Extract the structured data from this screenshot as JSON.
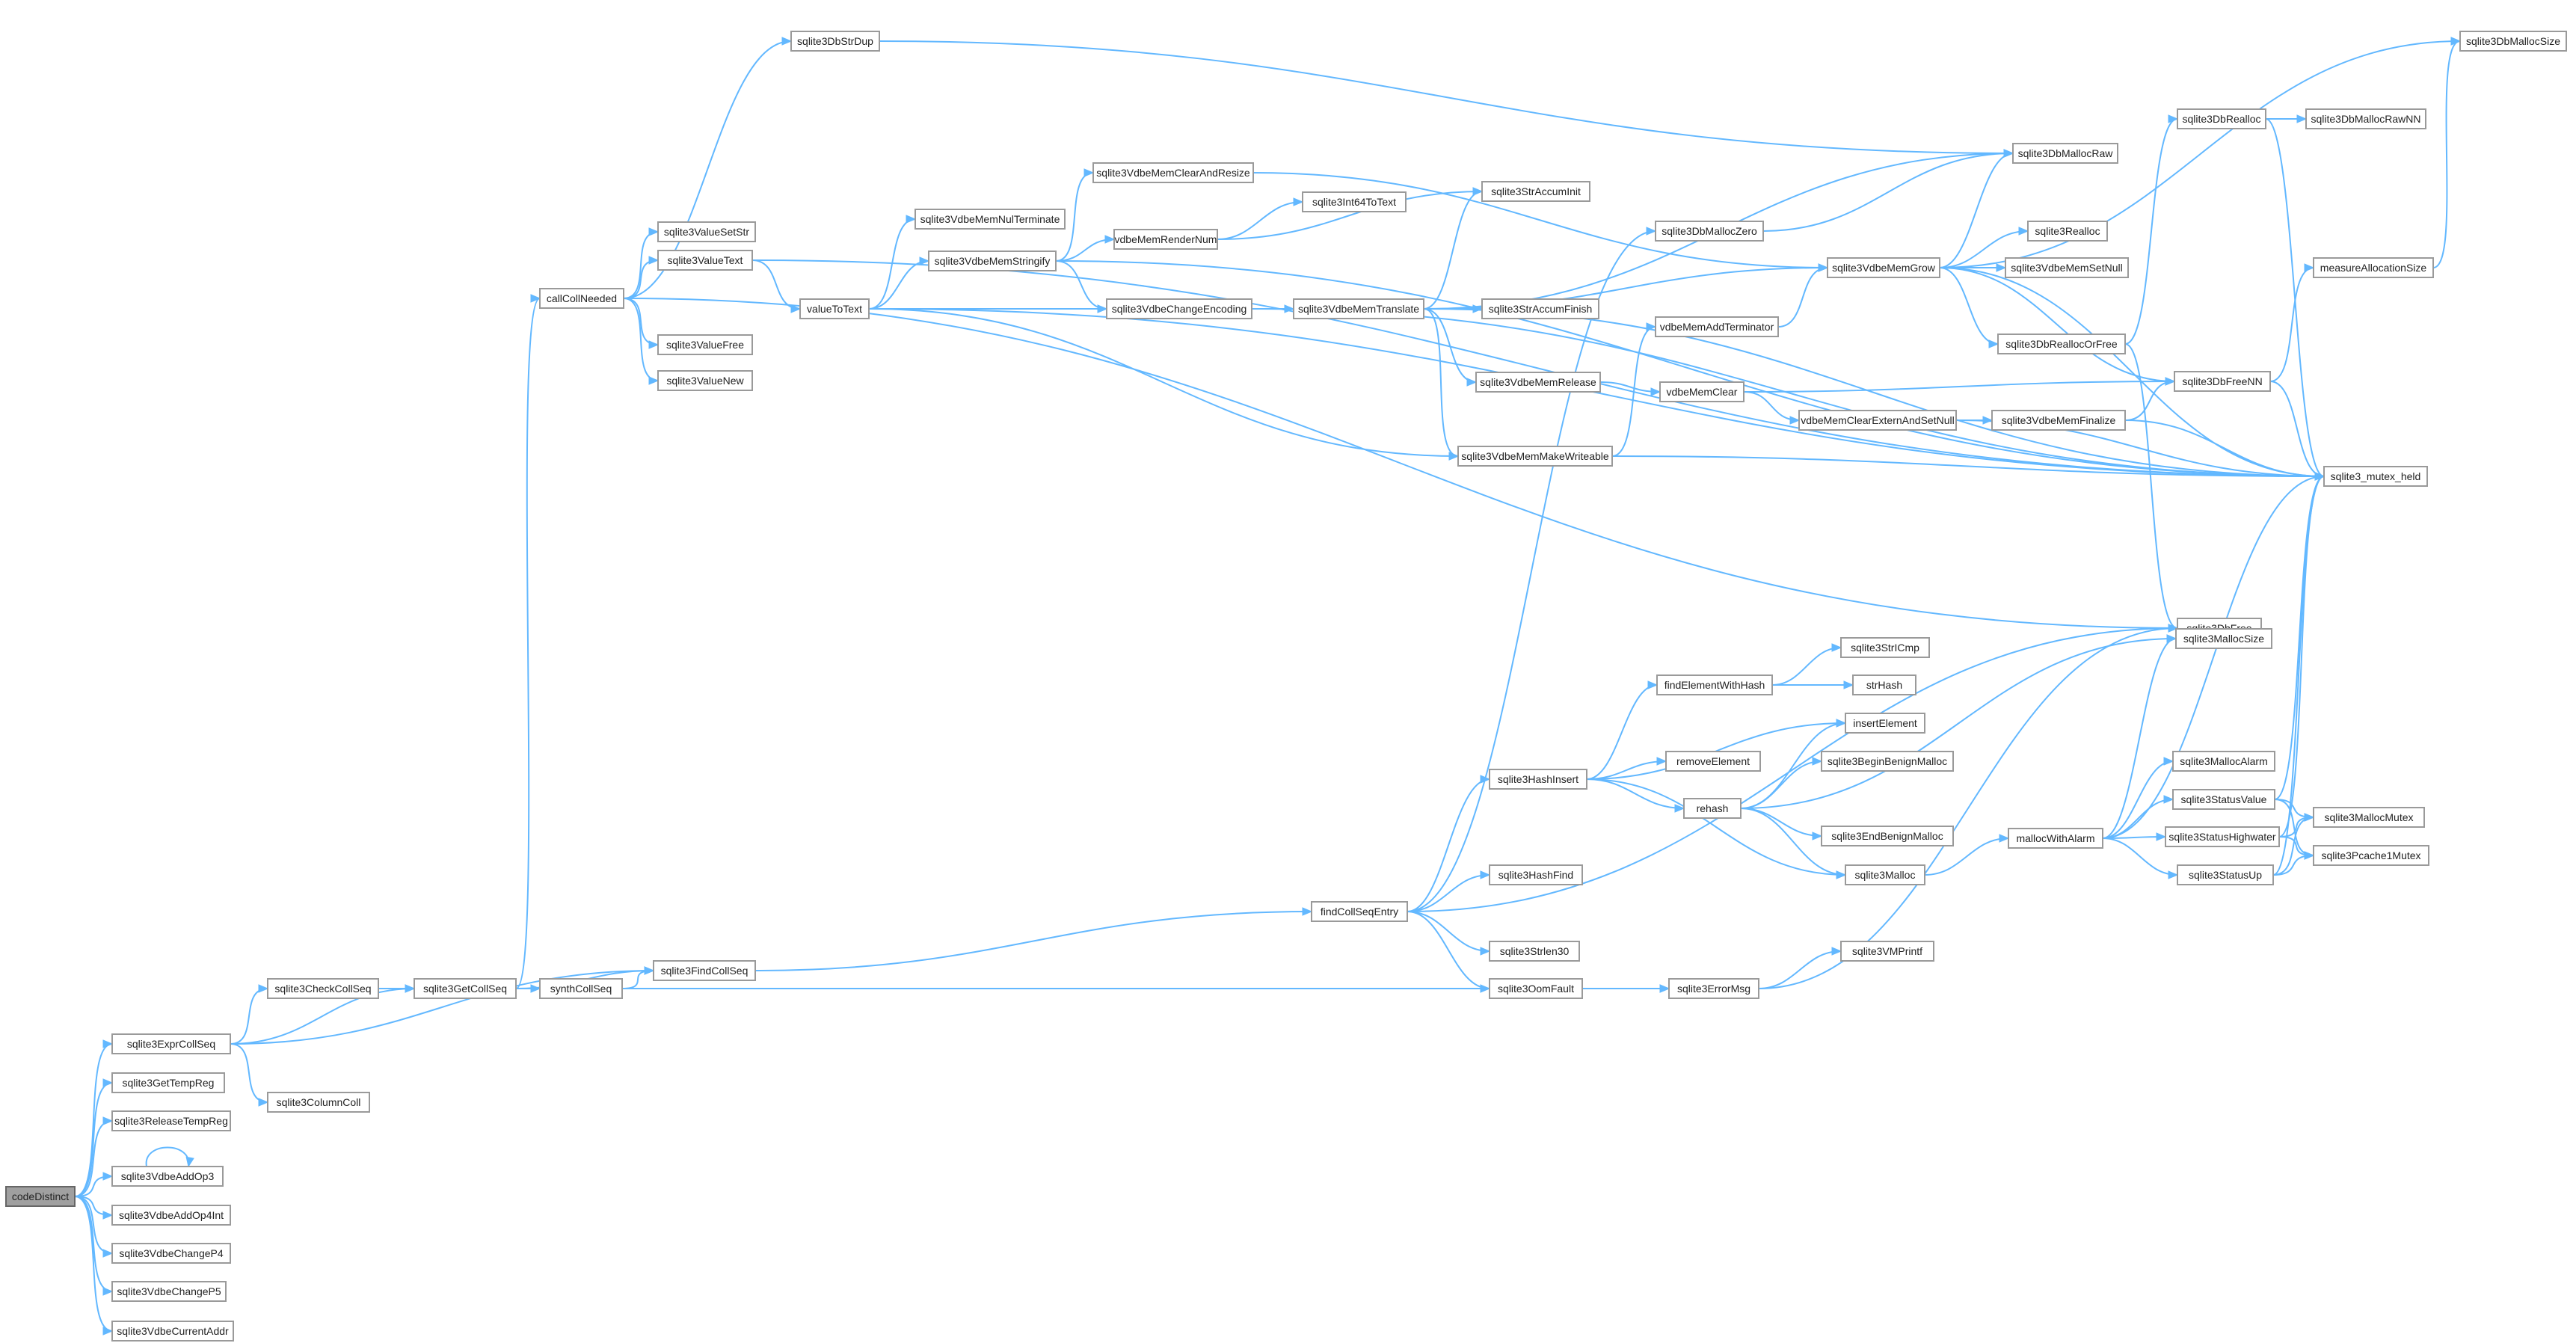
{
  "root": "codeDistinct",
  "nodes": [
    {
      "id": "codeDistinct",
      "label": "codeDistinct",
      "root": true
    },
    {
      "id": "sqlite3ExprCollSeq",
      "label": "sqlite3ExprCollSeq"
    },
    {
      "id": "sqlite3GetTempReg",
      "label": "sqlite3GetTempReg"
    },
    {
      "id": "sqlite3ReleaseTempReg",
      "label": "sqlite3ReleaseTempReg"
    },
    {
      "id": "sqlite3VdbeAddOp3",
      "label": "sqlite3VdbeAddOp3"
    },
    {
      "id": "sqlite3VdbeAddOp4Int",
      "label": "sqlite3VdbeAddOp4Int"
    },
    {
      "id": "sqlite3VdbeChangeP4",
      "label": "sqlite3VdbeChangeP4"
    },
    {
      "id": "sqlite3VdbeChangeP5",
      "label": "sqlite3VdbeChangeP5"
    },
    {
      "id": "sqlite3VdbeCurrentAddr",
      "label": "sqlite3VdbeCurrentAddr"
    },
    {
      "id": "sqlite3CheckCollSeq",
      "label": "sqlite3CheckCollSeq"
    },
    {
      "id": "sqlite3ColumnColl",
      "label": "sqlite3ColumnColl"
    },
    {
      "id": "sqlite3GetCollSeq",
      "label": "sqlite3GetCollSeq"
    },
    {
      "id": "callCollNeeded",
      "label": "callCollNeeded"
    },
    {
      "id": "synthCollSeq",
      "label": "synthCollSeq"
    },
    {
      "id": "sqlite3FindCollSeq",
      "label": "sqlite3FindCollSeq"
    },
    {
      "id": "sqlite3DbStrDup",
      "label": "sqlite3DbStrDup"
    },
    {
      "id": "sqlite3ValueSetStr",
      "label": "sqlite3ValueSetStr"
    },
    {
      "id": "sqlite3ValueText",
      "label": "sqlite3ValueText"
    },
    {
      "id": "sqlite3ValueFree",
      "label": "sqlite3ValueFree"
    },
    {
      "id": "sqlite3ValueNew",
      "label": "sqlite3ValueNew"
    },
    {
      "id": "valueToText",
      "label": "valueToText"
    },
    {
      "id": "sqlite3VdbeMemNulTerminate",
      "label": "sqlite3VdbeMemNulTerminate"
    },
    {
      "id": "sqlite3VdbeMemStringify",
      "label": "sqlite3VdbeMemStringify"
    },
    {
      "id": "sqlite3VdbeMemClearAndResize",
      "label": "sqlite3VdbeMemClearAndResize"
    },
    {
      "id": "vdbeMemRenderNum",
      "label": "vdbeMemRenderNum"
    },
    {
      "id": "sqlite3VdbeChangeEncoding",
      "label": "sqlite3VdbeChangeEncoding"
    },
    {
      "id": "sqlite3Int64ToText",
      "label": "sqlite3Int64ToText"
    },
    {
      "id": "sqlite3StrAccumInit",
      "label": "sqlite3StrAccumInit"
    },
    {
      "id": "sqlite3VdbeMemTranslate",
      "label": "sqlite3VdbeMemTranslate"
    },
    {
      "id": "sqlite3StrAccumFinish",
      "label": "sqlite3StrAccumFinish"
    },
    {
      "id": "sqlite3VdbeMemRelease",
      "label": "sqlite3VdbeMemRelease"
    },
    {
      "id": "sqlite3VdbeMemMakeWriteable",
      "label": "sqlite3VdbeMemMakeWriteable"
    },
    {
      "id": "sqlite3DbMallocZero",
      "label": "sqlite3DbMallocZero"
    },
    {
      "id": "vdbeMemAddTerminator",
      "label": "vdbeMemAddTerminator"
    },
    {
      "id": "vdbeMemClear",
      "label": "vdbeMemClear"
    },
    {
      "id": "vdbeMemClearExternAndSetNull",
      "label": "vdbeMemClearExternAndSetNull"
    },
    {
      "id": "sqlite3VdbeMemGrow",
      "label": "sqlite3VdbeMemGrow"
    },
    {
      "id": "sqlite3DbMallocRaw",
      "label": "sqlite3DbMallocRaw"
    },
    {
      "id": "sqlite3DbMallocSize",
      "label": "sqlite3DbMallocSize"
    },
    {
      "id": "sqlite3DbRealloc",
      "label": "sqlite3DbRealloc"
    },
    {
      "id": "sqlite3DbMallocRawNN",
      "label": "sqlite3DbMallocRawNN"
    },
    {
      "id": "sqlite3Realloc",
      "label": "sqlite3Realloc"
    },
    {
      "id": "sqlite3VdbeMemSetNull",
      "label": "sqlite3VdbeMemSetNull"
    },
    {
      "id": "measureAllocationSize",
      "label": "measureAllocationSize"
    },
    {
      "id": "sqlite3DbReallocOrFree",
      "label": "sqlite3DbReallocOrFree"
    },
    {
      "id": "sqlite3DbFreeNN",
      "label": "sqlite3DbFreeNN"
    },
    {
      "id": "sqlite3VdbeMemFinalize",
      "label": "sqlite3VdbeMemFinalize"
    },
    {
      "id": "sqlite3_mutex_held",
      "label": "sqlite3_mutex_held"
    },
    {
      "id": "sqlite3DbFree",
      "label": "sqlite3DbFree"
    },
    {
      "id": "findCollSeqEntry",
      "label": "findCollSeqEntry"
    },
    {
      "id": "sqlite3HashInsert",
      "label": "sqlite3HashInsert"
    },
    {
      "id": "sqlite3HashFind",
      "label": "sqlite3HashFind"
    },
    {
      "id": "sqlite3Strlen30",
      "label": "sqlite3Strlen30"
    },
    {
      "id": "sqlite3OomFault",
      "label": "sqlite3OomFault"
    },
    {
      "id": "findElementWithHash",
      "label": "findElementWithHash"
    },
    {
      "id": "removeElement",
      "label": "removeElement"
    },
    {
      "id": "rehash",
      "label": "rehash"
    },
    {
      "id": "sqlite3StrICmp",
      "label": "sqlite3StrICmp"
    },
    {
      "id": "strHash",
      "label": "strHash"
    },
    {
      "id": "insertElement",
      "label": "insertElement"
    },
    {
      "id": "sqlite3BeginBenignMalloc",
      "label": "sqlite3BeginBenignMalloc"
    },
    {
      "id": "sqlite3EndBenignMalloc",
      "label": "sqlite3EndBenignMalloc"
    },
    {
      "id": "sqlite3Malloc",
      "label": "sqlite3Malloc"
    },
    {
      "id": "sqlite3ErrorMsg",
      "label": "sqlite3ErrorMsg"
    },
    {
      "id": "sqlite3VMPrintf",
      "label": "sqlite3VMPrintf"
    },
    {
      "id": "mallocWithAlarm",
      "label": "mallocWithAlarm"
    },
    {
      "id": "sqlite3MallocSize",
      "label": "sqlite3MallocSize"
    },
    {
      "id": "sqlite3MallocAlarm",
      "label": "sqlite3MallocAlarm"
    },
    {
      "id": "sqlite3StatusValue",
      "label": "sqlite3StatusValue"
    },
    {
      "id": "sqlite3StatusHighwater",
      "label": "sqlite3StatusHighwater"
    },
    {
      "id": "sqlite3StatusUp",
      "label": "sqlite3StatusUp"
    },
    {
      "id": "sqlite3MallocMutex",
      "label": "sqlite3MallocMutex"
    },
    {
      "id": "sqlite3Pcache1Mutex",
      "label": "sqlite3Pcache1Mutex"
    }
  ],
  "edges": [
    [
      "codeDistinct",
      "sqlite3ExprCollSeq"
    ],
    [
      "codeDistinct",
      "sqlite3GetTempReg"
    ],
    [
      "codeDistinct",
      "sqlite3ReleaseTempReg"
    ],
    [
      "codeDistinct",
      "sqlite3VdbeAddOp3"
    ],
    [
      "codeDistinct",
      "sqlite3VdbeAddOp4Int"
    ],
    [
      "codeDistinct",
      "sqlite3VdbeChangeP4"
    ],
    [
      "codeDistinct",
      "sqlite3VdbeChangeP5"
    ],
    [
      "codeDistinct",
      "sqlite3VdbeCurrentAddr"
    ],
    [
      "sqlite3VdbeAddOp3",
      "sqlite3VdbeAddOp3"
    ],
    [
      "sqlite3ExprCollSeq",
      "sqlite3CheckCollSeq"
    ],
    [
      "sqlite3ExprCollSeq",
      "sqlite3ColumnColl"
    ],
    [
      "sqlite3ExprCollSeq",
      "sqlite3GetCollSeq"
    ],
    [
      "sqlite3ExprCollSeq",
      "sqlite3FindCollSeq"
    ],
    [
      "sqlite3CheckCollSeq",
      "sqlite3GetCollSeq"
    ],
    [
      "sqlite3GetCollSeq",
      "callCollNeeded"
    ],
    [
      "sqlite3GetCollSeq",
      "synthCollSeq"
    ],
    [
      "sqlite3GetCollSeq",
      "sqlite3FindCollSeq"
    ],
    [
      "sqlite3GetCollSeq",
      "sqlite3ErrorMsg"
    ],
    [
      "synthCollSeq",
      "sqlite3FindCollSeq"
    ],
    [
      "callCollNeeded",
      "sqlite3DbStrDup"
    ],
    [
      "callCollNeeded",
      "sqlite3ValueSetStr"
    ],
    [
      "callCollNeeded",
      "sqlite3ValueText"
    ],
    [
      "callCollNeeded",
      "sqlite3ValueFree"
    ],
    [
      "callCollNeeded",
      "sqlite3ValueNew"
    ],
    [
      "callCollNeeded",
      "sqlite3DbFree"
    ],
    [
      "sqlite3DbStrDup",
      "sqlite3DbMallocRaw"
    ],
    [
      "sqlite3ValueText",
      "valueToText"
    ],
    [
      "sqlite3ValueText",
      "sqlite3_mutex_held"
    ],
    [
      "valueToText",
      "sqlite3VdbeMemNulTerminate"
    ],
    [
      "valueToText",
      "sqlite3VdbeMemStringify"
    ],
    [
      "valueToText",
      "sqlite3VdbeChangeEncoding"
    ],
    [
      "valueToText",
      "sqlite3VdbeMemMakeWriteable"
    ],
    [
      "valueToText",
      "sqlite3_mutex_held"
    ],
    [
      "sqlite3VdbeMemStringify",
      "sqlite3VdbeMemClearAndResize"
    ],
    [
      "sqlite3VdbeMemStringify",
      "vdbeMemRenderNum"
    ],
    [
      "sqlite3VdbeMemStringify",
      "sqlite3VdbeChangeEncoding"
    ],
    [
      "sqlite3VdbeMemStringify",
      "sqlite3_mutex_held"
    ],
    [
      "sqlite3VdbeMemClearAndResize",
      "sqlite3VdbeMemGrow"
    ],
    [
      "vdbeMemRenderNum",
      "sqlite3Int64ToText"
    ],
    [
      "vdbeMemRenderNum",
      "sqlite3StrAccumInit"
    ],
    [
      "sqlite3VdbeChangeEncoding",
      "sqlite3VdbeMemTranslate"
    ],
    [
      "sqlite3VdbeChangeEncoding",
      "sqlite3_mutex_held"
    ],
    [
      "sqlite3VdbeMemTranslate",
      "sqlite3StrAccumInit"
    ],
    [
      "sqlite3VdbeMemTranslate",
      "sqlite3StrAccumFinish"
    ],
    [
      "sqlite3VdbeMemTranslate",
      "sqlite3VdbeMemRelease"
    ],
    [
      "sqlite3VdbeMemTranslate",
      "sqlite3VdbeMemMakeWriteable"
    ],
    [
      "sqlite3VdbeMemTranslate",
      "sqlite3DbMallocRaw"
    ],
    [
      "sqlite3VdbeMemTranslate",
      "sqlite3VdbeMemGrow"
    ],
    [
      "sqlite3VdbeMemTranslate",
      "sqlite3_mutex_held"
    ],
    [
      "sqlite3VdbeMemRelease",
      "vdbeMemClear"
    ],
    [
      "sqlite3VdbeMemMakeWriteable",
      "vdbeMemAddTerminator"
    ],
    [
      "sqlite3VdbeMemMakeWriteable",
      "sqlite3_mutex_held"
    ],
    [
      "vdbeMemAddTerminator",
      "sqlite3VdbeMemGrow"
    ],
    [
      "vdbeMemClear",
      "vdbeMemClearExternAndSetNull"
    ],
    [
      "vdbeMemClear",
      "sqlite3DbFreeNN"
    ],
    [
      "vdbeMemClearExternAndSetNull",
      "sqlite3VdbeMemFinalize"
    ],
    [
      "vdbeMemClearExternAndSetNull",
      "sqlite3_mutex_held"
    ],
    [
      "sqlite3VdbeMemFinalize",
      "sqlite3DbFreeNN"
    ],
    [
      "sqlite3VdbeMemFinalize",
      "sqlite3_mutex_held"
    ],
    [
      "sqlite3VdbeMemGrow",
      "sqlite3DbMallocRaw"
    ],
    [
      "sqlite3VdbeMemGrow",
      "sqlite3DbMallocSize"
    ],
    [
      "sqlite3VdbeMemGrow",
      "sqlite3Realloc"
    ],
    [
      "sqlite3VdbeMemGrow",
      "sqlite3VdbeMemSetNull"
    ],
    [
      "sqlite3VdbeMemGrow",
      "sqlite3DbReallocOrFree"
    ],
    [
      "sqlite3VdbeMemGrow",
      "sqlite3DbFreeNN"
    ],
    [
      "sqlite3VdbeMemGrow",
      "sqlite3_mutex_held"
    ],
    [
      "sqlite3DbMallocZero",
      "sqlite3DbMallocRaw"
    ],
    [
      "sqlite3DbReallocOrFree",
      "sqlite3DbRealloc"
    ],
    [
      "sqlite3DbReallocOrFree",
      "sqlite3DbFree"
    ],
    [
      "sqlite3DbRealloc",
      "sqlite3DbMallocRawNN"
    ],
    [
      "sqlite3DbRealloc",
      "sqlite3_mutex_held"
    ],
    [
      "sqlite3DbFreeNN",
      "measureAllocationSize"
    ],
    [
      "sqlite3DbFreeNN",
      "sqlite3_mutex_held"
    ],
    [
      "measureAllocationSize",
      "sqlite3DbMallocSize"
    ],
    [
      "sqlite3FindCollSeq",
      "findCollSeqEntry"
    ],
    [
      "findCollSeqEntry",
      "sqlite3DbMallocZero"
    ],
    [
      "findCollSeqEntry",
      "sqlite3HashInsert"
    ],
    [
      "findCollSeqEntry",
      "sqlite3HashFind"
    ],
    [
      "findCollSeqEntry",
      "sqlite3Strlen30"
    ],
    [
      "findCollSeqEntry",
      "sqlite3OomFault"
    ],
    [
      "findCollSeqEntry",
      "sqlite3DbFree"
    ],
    [
      "sqlite3HashInsert",
      "findElementWithHash"
    ],
    [
      "sqlite3HashInsert",
      "insertElement"
    ],
    [
      "sqlite3HashInsert",
      "removeElement"
    ],
    [
      "sqlite3HashInsert",
      "rehash"
    ],
    [
      "sqlite3HashInsert",
      "sqlite3Malloc"
    ],
    [
      "findElementWithHash",
      "sqlite3StrICmp"
    ],
    [
      "findElementWithHash",
      "strHash"
    ],
    [
      "rehash",
      "insertElement"
    ],
    [
      "rehash",
      "sqlite3BeginBenignMalloc"
    ],
    [
      "rehash",
      "sqlite3EndBenignMalloc"
    ],
    [
      "rehash",
      "sqlite3Malloc"
    ],
    [
      "rehash",
      "sqlite3MallocSize"
    ],
    [
      "sqlite3Malloc",
      "mallocWithAlarm"
    ],
    [
      "sqlite3OomFault",
      "sqlite3ErrorMsg"
    ],
    [
      "sqlite3ErrorMsg",
      "sqlite3VMPrintf"
    ],
    [
      "sqlite3ErrorMsg",
      "sqlite3DbFree"
    ],
    [
      "mallocWithAlarm",
      "sqlite3MallocSize"
    ],
    [
      "mallocWithAlarm",
      "sqlite3MallocAlarm"
    ],
    [
      "mallocWithAlarm",
      "sqlite3StatusValue"
    ],
    [
      "mallocWithAlarm",
      "sqlite3StatusHighwater"
    ],
    [
      "mallocWithAlarm",
      "sqlite3StatusUp"
    ],
    [
      "mallocWithAlarm",
      "sqlite3_mutex_held"
    ],
    [
      "sqlite3StatusValue",
      "sqlite3MallocMutex"
    ],
    [
      "sqlite3StatusValue",
      "sqlite3Pcache1Mutex"
    ],
    [
      "sqlite3StatusValue",
      "sqlite3_mutex_held"
    ],
    [
      "sqlite3StatusHighwater",
      "sqlite3MallocMutex"
    ],
    [
      "sqlite3StatusHighwater",
      "sqlite3Pcache1Mutex"
    ],
    [
      "sqlite3StatusHighwater",
      "sqlite3_mutex_held"
    ],
    [
      "sqlite3StatusUp",
      "sqlite3MallocMutex"
    ],
    [
      "sqlite3StatusUp",
      "sqlite3Pcache1Mutex"
    ],
    [
      "sqlite3StatusUp",
      "sqlite3_mutex_held"
    ]
  ],
  "colors": {
    "edge": "#63b8ff",
    "node_border": "#9a9a9a",
    "root_fill": "#a0a0a0",
    "node_fill": "#ffffff"
  }
}
